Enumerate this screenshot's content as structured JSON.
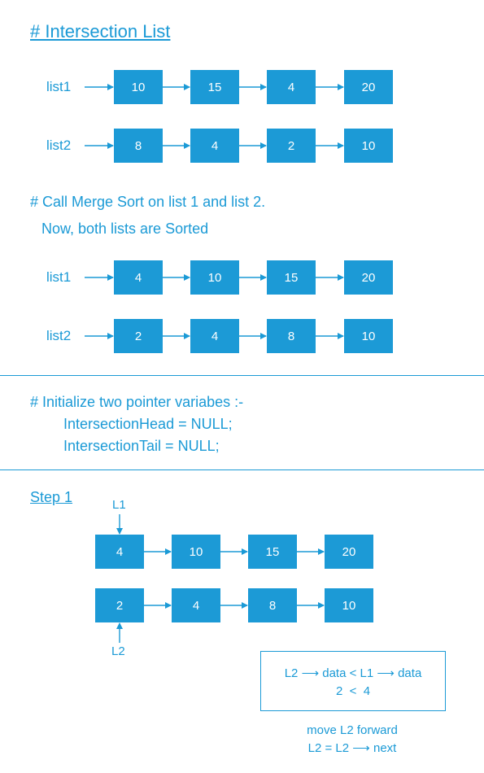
{
  "title": "# Intersection List",
  "section1": {
    "rows": [
      {
        "label": "list1",
        "values": [
          "10",
          "15",
          "4",
          "20"
        ]
      },
      {
        "label": "list2",
        "values": [
          "8",
          "4",
          "2",
          "10"
        ]
      }
    ]
  },
  "section2": {
    "line1": "# Call Merge Sort on list 1 and list 2.",
    "line2": "Now, both lists are Sorted",
    "rows": [
      {
        "label": "list1",
        "values": [
          "4",
          "10",
          "15",
          "20"
        ]
      },
      {
        "label": "list2",
        "values": [
          "2",
          "4",
          "8",
          "10"
        ]
      }
    ]
  },
  "section3": {
    "line1": "# Initialize two pointer variabes :-",
    "line2": "IntersectionHead = NULL;",
    "line3": "IntersectionTail = NULL;"
  },
  "step1": {
    "title": "Step 1",
    "pointer_top": "L1",
    "pointer_bottom": "L2",
    "rows": [
      {
        "values": [
          "4",
          "10",
          "15",
          "20"
        ]
      },
      {
        "values": [
          "2",
          "4",
          "8",
          "10"
        ]
      }
    ],
    "box_line1_pre": "L2",
    "box_line1_mid": "data < L1",
    "box_line1_post": "data",
    "box_line2": "2  <  4",
    "note_line1": "move L2 forward",
    "note_line2_pre": "L2 = L2",
    "note_line2_post": "next"
  },
  "colors": {
    "accent": "#1b9ad6",
    "node": "#1c9ad6",
    "node_text": "#ffffff"
  }
}
